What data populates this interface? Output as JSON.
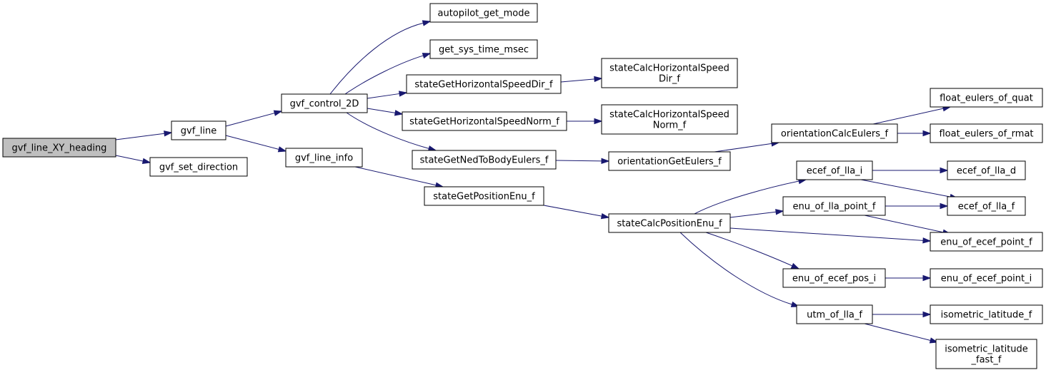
{
  "graph": {
    "root": "gvf_line_XY_heading",
    "nodes": [
      {
        "id": "gvf_line_XY_heading",
        "lines": [
          "gvf_line_XY_heading"
        ]
      },
      {
        "id": "gvf_line",
        "lines": [
          "gvf_line"
        ]
      },
      {
        "id": "gvf_set_direction",
        "lines": [
          "gvf_set_direction"
        ]
      },
      {
        "id": "gvf_control_2D",
        "lines": [
          "gvf_control_2D"
        ]
      },
      {
        "id": "gvf_line_info",
        "lines": [
          "gvf_line_info"
        ]
      },
      {
        "id": "autopilot_get_mode",
        "lines": [
          "autopilot_get_mode"
        ]
      },
      {
        "id": "get_sys_time_msec",
        "lines": [
          "get_sys_time_msec"
        ]
      },
      {
        "id": "stateGetHorizontalSpeedDir_f",
        "lines": [
          "stateGetHorizontalSpeedDir_f"
        ]
      },
      {
        "id": "stateGetHorizontalSpeedNorm_f",
        "lines": [
          "stateGetHorizontalSpeedNorm_f"
        ]
      },
      {
        "id": "stateGetNedToBodyEulers_f",
        "lines": [
          "stateGetNedToBodyEulers_f"
        ]
      },
      {
        "id": "stateGetPositionEnu_f",
        "lines": [
          "stateGetPositionEnu_f"
        ]
      },
      {
        "id": "stateCalcHorizontalSpeedDir_f",
        "lines": [
          "stateCalcHorizontalSpeed",
          "Dir_f"
        ]
      },
      {
        "id": "stateCalcHorizontalSpeedNorm_f",
        "lines": [
          "stateCalcHorizontalSpeed",
          "Norm_f"
        ]
      },
      {
        "id": "orientationGetEulers_f",
        "lines": [
          "orientationGetEulers_f"
        ]
      },
      {
        "id": "stateCalcPositionEnu_f",
        "lines": [
          "stateCalcPositionEnu_f"
        ]
      },
      {
        "id": "orientationCalcEulers_f",
        "lines": [
          "orientationCalcEulers_f"
        ]
      },
      {
        "id": "ecef_of_lla_i",
        "lines": [
          "ecef_of_lla_i"
        ]
      },
      {
        "id": "enu_of_lla_point_f",
        "lines": [
          "enu_of_lla_point_f"
        ]
      },
      {
        "id": "enu_of_ecef_pos_i",
        "lines": [
          "enu_of_ecef_pos_i"
        ]
      },
      {
        "id": "utm_of_lla_f",
        "lines": [
          "utm_of_lla_f"
        ]
      },
      {
        "id": "float_eulers_of_quat",
        "lines": [
          "float_eulers_of_quat"
        ]
      },
      {
        "id": "float_eulers_of_rmat",
        "lines": [
          "float_eulers_of_rmat"
        ]
      },
      {
        "id": "ecef_of_lla_d",
        "lines": [
          "ecef_of_lla_d"
        ]
      },
      {
        "id": "ecef_of_lla_f",
        "lines": [
          "ecef_of_lla_f"
        ]
      },
      {
        "id": "enu_of_ecef_point_f",
        "lines": [
          "enu_of_ecef_point_f"
        ]
      },
      {
        "id": "enu_of_ecef_point_i",
        "lines": [
          "enu_of_ecef_point_i"
        ]
      },
      {
        "id": "isometric_latitude_f",
        "lines": [
          "isometric_latitude_f"
        ]
      },
      {
        "id": "isometric_latitude_fast_f",
        "lines": [
          "isometric_latitude",
          "_fast_f"
        ]
      }
    ],
    "edges": [
      [
        "gvf_line_XY_heading",
        "gvf_line"
      ],
      [
        "gvf_line_XY_heading",
        "gvf_set_direction"
      ],
      [
        "gvf_line",
        "gvf_control_2D"
      ],
      [
        "gvf_line",
        "gvf_line_info"
      ],
      [
        "gvf_control_2D",
        "autopilot_get_mode"
      ],
      [
        "gvf_control_2D",
        "get_sys_time_msec"
      ],
      [
        "gvf_control_2D",
        "stateGetHorizontalSpeedDir_f"
      ],
      [
        "gvf_control_2D",
        "stateGetHorizontalSpeedNorm_f"
      ],
      [
        "gvf_control_2D",
        "stateGetNedToBodyEulers_f"
      ],
      [
        "gvf_line_info",
        "stateGetPositionEnu_f"
      ],
      [
        "stateGetHorizontalSpeedDir_f",
        "stateCalcHorizontalSpeedDir_f"
      ],
      [
        "stateGetHorizontalSpeedNorm_f",
        "stateCalcHorizontalSpeedNorm_f"
      ],
      [
        "stateGetNedToBodyEulers_f",
        "orientationGetEulers_f"
      ],
      [
        "orientationGetEulers_f",
        "orientationCalcEulers_f"
      ],
      [
        "orientationCalcEulers_f",
        "float_eulers_of_quat"
      ],
      [
        "orientationCalcEulers_f",
        "float_eulers_of_rmat"
      ],
      [
        "stateGetPositionEnu_f",
        "stateCalcPositionEnu_f"
      ],
      [
        "stateCalcPositionEnu_f",
        "ecef_of_lla_i"
      ],
      [
        "stateCalcPositionEnu_f",
        "enu_of_lla_point_f"
      ],
      [
        "stateCalcPositionEnu_f",
        "enu_of_ecef_point_f"
      ],
      [
        "stateCalcPositionEnu_f",
        "enu_of_ecef_pos_i"
      ],
      [
        "stateCalcPositionEnu_f",
        "utm_of_lla_f"
      ],
      [
        "ecef_of_lla_i",
        "ecef_of_lla_d"
      ],
      [
        "ecef_of_lla_i",
        "ecef_of_lla_f"
      ],
      [
        "enu_of_lla_point_f",
        "ecef_of_lla_f"
      ],
      [
        "enu_of_lla_point_f",
        "enu_of_ecef_point_f"
      ],
      [
        "enu_of_ecef_pos_i",
        "enu_of_ecef_point_i"
      ],
      [
        "utm_of_lla_f",
        "isometric_latitude_f"
      ],
      [
        "utm_of_lla_f",
        "isometric_latitude_fast_f"
      ]
    ],
    "colors": {
      "edge": "#191970",
      "root_fill": "#bfbfbf",
      "node_fill": "#ffffff",
      "node_border": "#000000"
    }
  }
}
